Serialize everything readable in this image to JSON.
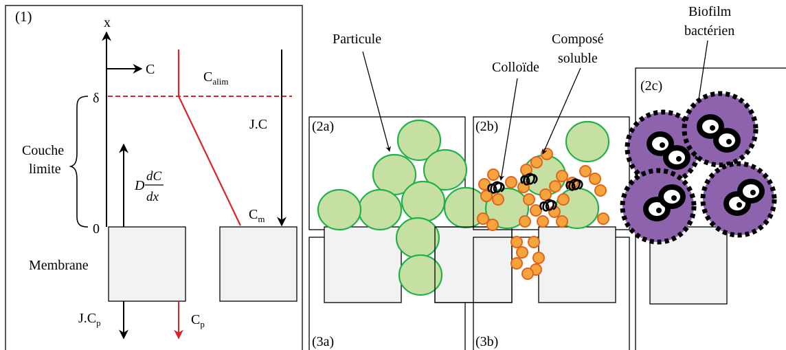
{
  "panels": {
    "p1": "(1)",
    "p2a": "(2a)",
    "p2b": "(2b)",
    "p2c": "(2c)",
    "p3a": "(3a)",
    "p3b": "(3b)"
  },
  "axes": {
    "x_label": "x",
    "c_label": "C",
    "delta_label": "δ",
    "zero_label": "0"
  },
  "labels": {
    "c_alim_main": "C",
    "c_alim_sub": "alim",
    "c_m_main": "C",
    "c_m_sub": "m",
    "jc": "J.C",
    "couche_line1": "Couche",
    "couche_line2": "limite",
    "diffusion_d": "D",
    "diffusion_num": "dC",
    "diffusion_den": "dx",
    "membrane": "Membrane",
    "jcp_main": "J.C",
    "jcp_sub": "p",
    "cp_main": "C",
    "cp_sub": "p"
  },
  "annotations": {
    "particule": "Particule",
    "colloide": "Colloïde",
    "compose_line1": "Composé",
    "compose_line2": "soluble",
    "biofilm_line1": "Biofilm",
    "biofilm_line2": "bactérien"
  },
  "colors": {
    "red": "#d9232b",
    "particle_fill": "#c6e0a4",
    "particle_stroke": "#22b04b",
    "colloid_fill": "#f6a53e",
    "colloid_stroke": "#e0651b",
    "bacteria_fill": "#8e63ad",
    "membrane_fill": "#f2f2f2"
  }
}
